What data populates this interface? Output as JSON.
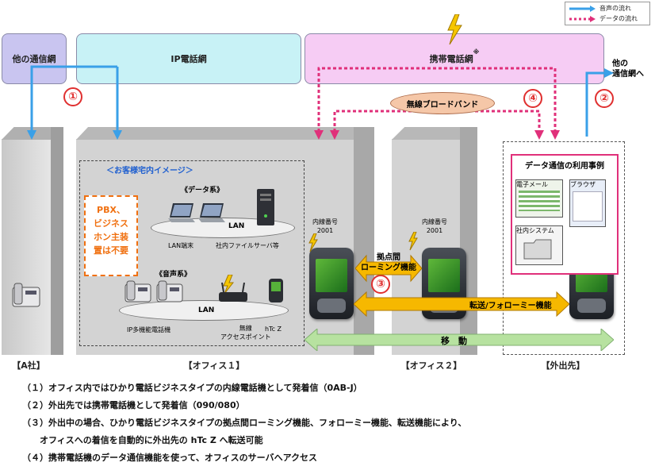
{
  "legend": {
    "voice": "音声の流れ",
    "data": "データの流れ"
  },
  "networks": {
    "other": "他の通信網",
    "ip": "IP電話網",
    "mobile": "携帯電話網",
    "mobile_mark": "※",
    "outside": "他の\n通信網へ"
  },
  "wireless_broadband": "無線ブロードバンド",
  "markers": [
    "①",
    "②",
    "③",
    "④"
  ],
  "buildings": {
    "a": "【A社】",
    "office1": "【オフィス１】",
    "office2": "【オフィス２】",
    "outside": "【外出先】"
  },
  "office1": {
    "image_title": "＜お客様宅内イメージ＞",
    "pbx_note": "PBX、\nビジネス\nホン主装\n置は不要",
    "data_group": "《データ系》",
    "voice_group": "《音声系》",
    "lan": "LAN",
    "lan_terminal": "LAN端末",
    "file_server": "社内ファイルサーバ等",
    "ip_phone": "IP多機能電話機",
    "wireless_ap": "無線\nアクセスポイント",
    "htcz": "hTc Z"
  },
  "ext_label": "内線番号\n2001",
  "roaming": "拠点間\nローミング機能",
  "forwarding": "転送/フォローミー機能",
  "moving": "移　動",
  "data_usage": {
    "title": "データ通信の利用事例",
    "email": "電子メール",
    "browser": "ブラウザ",
    "internal": "社内システム"
  },
  "notes": [
    "（１）オフィス内ではひかり電話ビジネスタイプの内線電話機として発着信（0AB-J）",
    "（２）外出先では携帯電話機として発着信（090/080）",
    "（３）外出中の場合、ひかり電話ビジネスタイプの拠点間ローミング機能、フォローミー機能、転送機能により、",
    "　　オフィスへの着信を自動的に外出先の hTc Z へ転送可能",
    "（４）携帯電話機のデータ通信機能を使って、オフィスのサーバへアクセス"
  ]
}
